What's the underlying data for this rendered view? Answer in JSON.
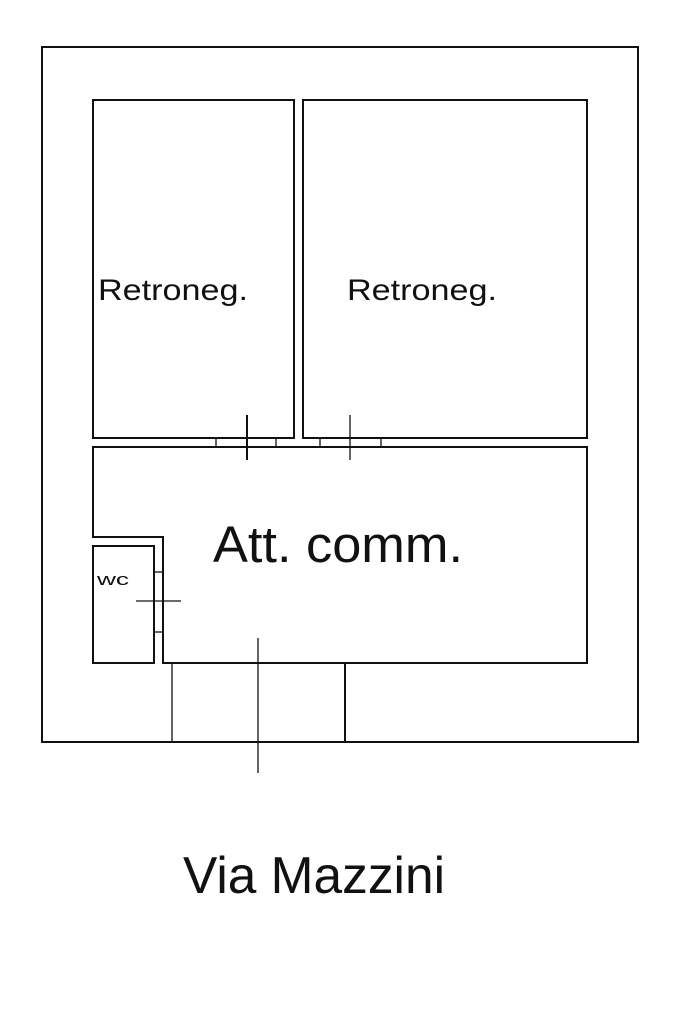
{
  "floor_plan": {
    "rooms": {
      "back_room_left": "Retroneg.",
      "back_room_right": "Retroneg.",
      "shop": "Att. comm.",
      "toilet": "wc"
    },
    "street": "Via Mazzini"
  }
}
